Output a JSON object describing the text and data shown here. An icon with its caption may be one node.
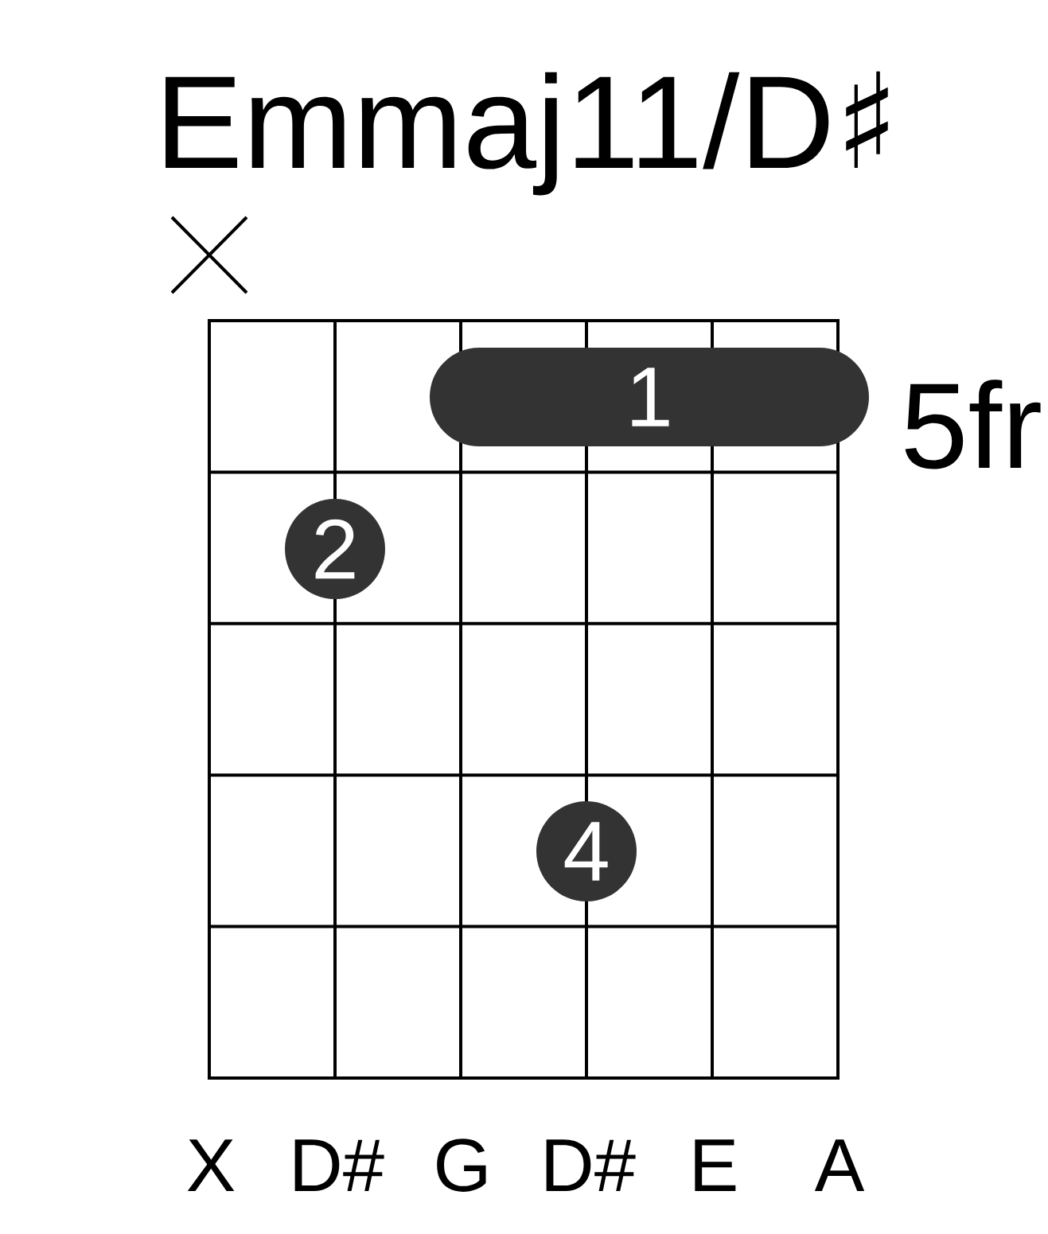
{
  "diagram": {
    "title": "Emmaj11/D♯",
    "nodes": [
      {
        "text": [
          "1"
        ]
      },
      {
        "text": [
          "2"
        ]
      },
      {
        "text": [
          "4"
        ]
      }
    ],
    "edges": [],
    "labels": [
      "5fr",
      "X",
      "D#",
      "G",
      "D#",
      "E",
      "A"
    ]
  }
}
